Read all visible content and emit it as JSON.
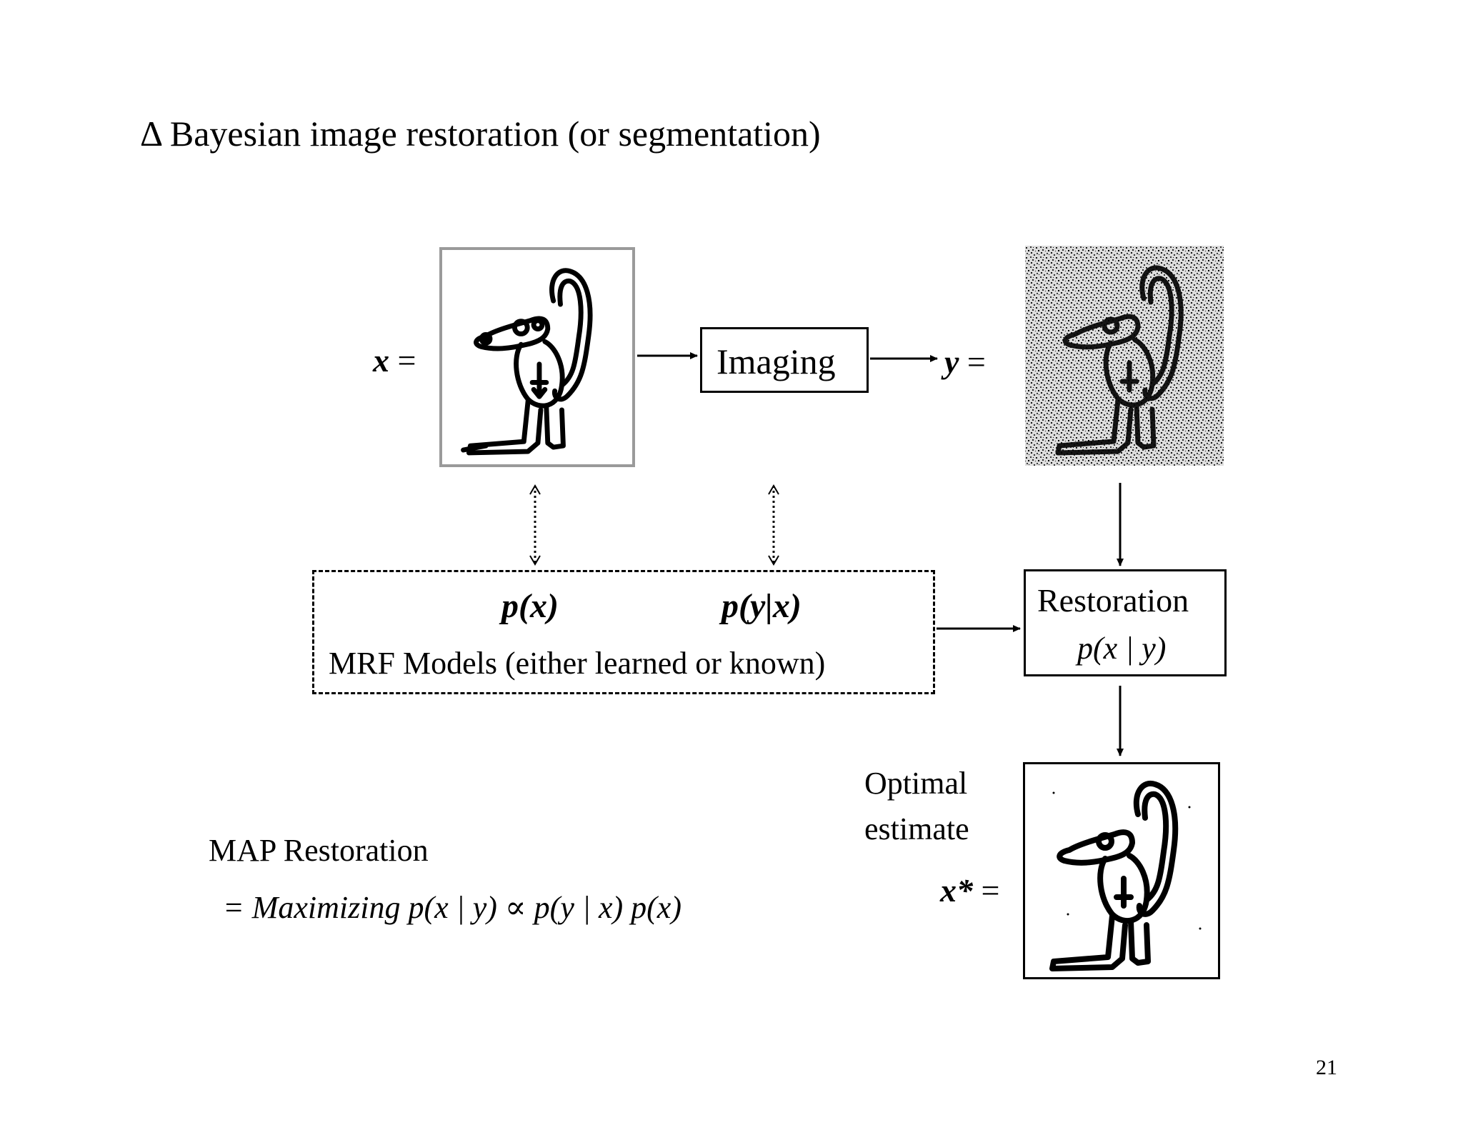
{
  "slide": {
    "title": "Δ Bayesian image restoration (or segmentation)",
    "page_number": "21"
  },
  "inputs": {
    "x_label": "x",
    "y_label": "y",
    "x_star_label": "x*",
    "equals": "="
  },
  "imaging_box": {
    "label": "Imaging"
  },
  "restoration_box": {
    "title": "Restoration",
    "formula": "p(x | y)"
  },
  "mrf_box": {
    "prior": "p(x)",
    "likelihood": "p(y|x)",
    "caption": "MRF Models (either learned or known)"
  },
  "optimal_estimate": {
    "line1": "Optimal",
    "line2": "estimate"
  },
  "map_restoration": {
    "title": "MAP  Restoration",
    "equation": "= Maximizing  p(x | y) ∝ p(y | x) p(x)"
  }
}
